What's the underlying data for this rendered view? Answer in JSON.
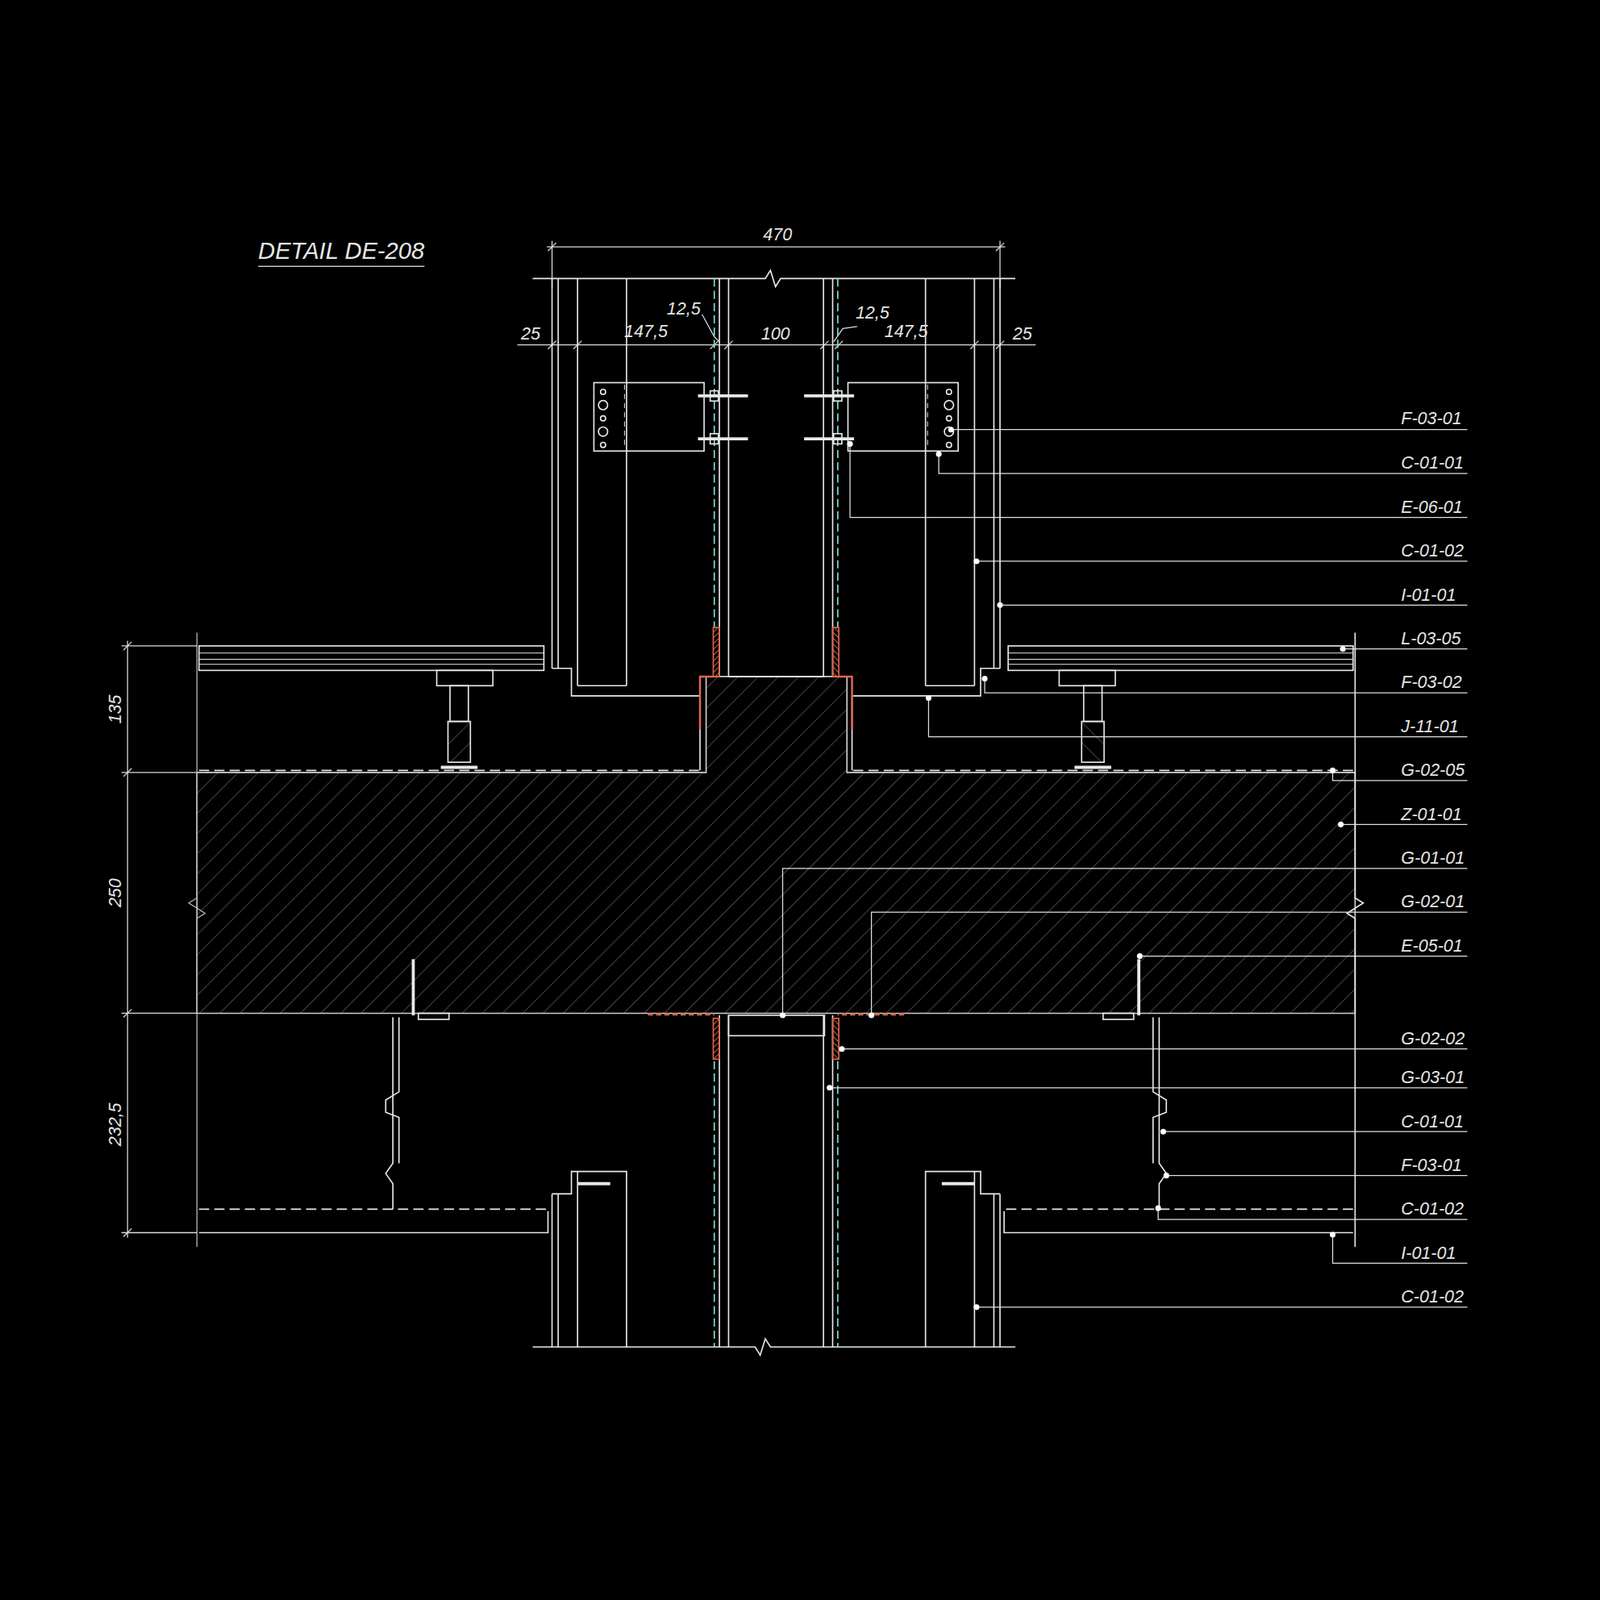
{
  "diagram": {
    "title": "DETAIL DE-208",
    "labels": [
      "470",
      "12,5",
      "12,5",
      "25",
      "147,5",
      "100",
      "147,5",
      "25",
      "F-03-01",
      "C-01-01",
      "E-06-01",
      "C-01-02",
      "I-01-01",
      "L-03-05",
      "F-03-02",
      "J-11-01",
      "G-02-05",
      "Z-01-01",
      "G-01-01",
      "G-02-01",
      "E-05-01",
      "G-02-02",
      "G-03-01",
      "C-01-01",
      "F-03-01",
      "C-01-02",
      "I-01-01",
      "C-01-02",
      "135",
      "250",
      "232,5"
    ]
  }
}
